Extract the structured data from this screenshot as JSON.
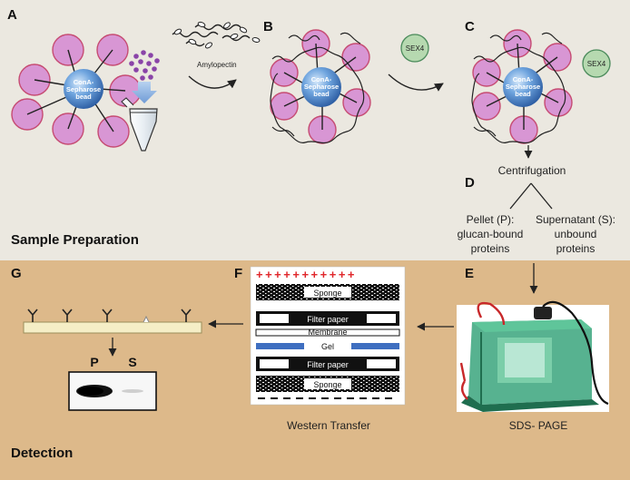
{
  "panels": {
    "a": "A",
    "b": "B",
    "c": "C",
    "d": "D",
    "e": "E",
    "f": "F",
    "g": "G"
  },
  "sections": {
    "sample_preparation": "Sample Preparation",
    "detection": "Detection"
  },
  "bead": {
    "line1": "ConA-",
    "line2": "Sepharose",
    "line3": "bead"
  },
  "amylopectin": "Amylopectin",
  "sex4": "SEX4",
  "centrifugation": "Centrifugation",
  "pellet": {
    "line1": "Pellet (P):",
    "line2": "glucan-bound",
    "line3": "proteins"
  },
  "supernatant": {
    "line1": "Supernatant (S):",
    "line2": "unbound",
    "line3": "proteins"
  },
  "sds_page": "SDS- PAGE",
  "western_transfer": "Western Transfer",
  "stack": {
    "plus_signs": "+++++++++++",
    "sponge": "Sponge",
    "filter_paper": "Filter paper",
    "membrane": "Membrane",
    "gel": "Gel"
  },
  "blot": {
    "p": "P",
    "s": "S"
  },
  "colors": {
    "top_bg": "#ebe8e0",
    "bottom_bg": "#ddb98a",
    "circle_fill": "#d896d4",
    "bead_blue": "#4f86c9",
    "sex4_fill": "#b6d9b0",
    "dot_purple": "#8a44a8",
    "plus_red": "#e0262a",
    "gel_blue": "#3f6fc0",
    "tank_green": "#3aa57c"
  }
}
